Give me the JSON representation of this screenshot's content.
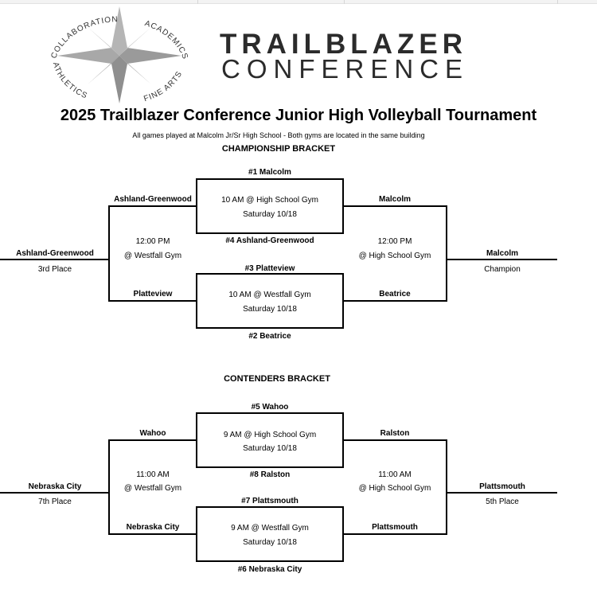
{
  "logo": {
    "top_left": "COLLABORATION",
    "top_right": "ACADEMICS",
    "bottom_left": "ATHLETICS",
    "bottom_right": "FINE ARTS"
  },
  "brand": {
    "line1": "TRAILBLAZER",
    "line2": "CONFERENCE"
  },
  "title": "2025 Trailblazer Conference Junior High Volleyball Tournament",
  "subtitle": "All games played at Malcolm Jr/Sr High School - Both gyms are located in the same building",
  "championship": {
    "heading": "CHAMPIONSHIP BRACKET",
    "seed1": "#1 Malcolm",
    "seed4": "#4 Ashland-Greenwood",
    "seed3": "#3 Platteview",
    "seed2": "#2 Beatrice",
    "game1": {
      "time_place": "10 AM @ High School Gym",
      "date": "Saturday 10/18"
    },
    "game2": {
      "time_place": "10 AM @ Westfall Gym",
      "date": "Saturday 10/18"
    },
    "left_upper": "Ashland-Greenwood",
    "left_lower": "Platteview",
    "right_upper": "Malcolm",
    "right_lower": "Beatrice",
    "left_match": {
      "time": "12:00 PM",
      "place": "@ Westfall Gym"
    },
    "right_match": {
      "time": "12:00 PM",
      "place": "@ High School Gym"
    },
    "left_result": {
      "team": "Ashland-Greenwood",
      "place": "3rd Place"
    },
    "right_result": {
      "team": "Malcolm",
      "place": "Champion"
    }
  },
  "contenders": {
    "heading": "CONTENDERS BRACKET",
    "seed5": "#5 Wahoo",
    "seed8": "#8 Ralston",
    "seed7": "#7 Plattsmouth",
    "seed6": "#6 Nebraska City",
    "game1": {
      "time_place": "9 AM @ High School Gym",
      "date": "Saturday 10/18"
    },
    "game2": {
      "time_place": "9 AM @ Westfall Gym",
      "date": "Saturday 10/18"
    },
    "left_upper": "Wahoo",
    "left_lower": "Nebraska City",
    "right_upper": "Ralston",
    "right_lower": "Plattsmouth",
    "left_match": {
      "time": "11:00 AM",
      "place": "@ Westfall Gym"
    },
    "right_match": {
      "time": "11:00 AM",
      "place": "@ High School Gym"
    },
    "left_result": {
      "team": "Nebraska City",
      "place": "7th Place"
    },
    "right_result": {
      "team": "Plattsmouth",
      "place": "5th Place"
    }
  }
}
